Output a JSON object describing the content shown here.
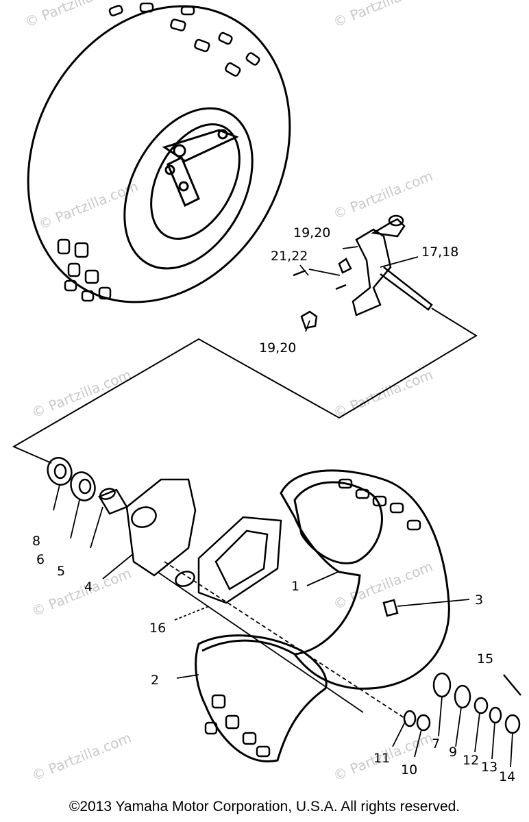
{
  "watermark": "© Partzilla.com",
  "callouts": {
    "c1": "1",
    "c2": "2",
    "c3": "3",
    "c4": "4",
    "c5": "5",
    "c6": "6",
    "c7": "7",
    "c8": "8",
    "c9": "9",
    "c10": "10",
    "c11": "11",
    "c12": "12",
    "c13": "13",
    "c14": "14",
    "c15": "15",
    "c16": "16",
    "c17_18": "17,18",
    "c19_20_top": "19,20",
    "c19_20_bottom": "19,20",
    "c21_22": "21,22"
  },
  "footer": "©2013  Yamaha Motor Corporation, U.S.A. All rights reserved."
}
